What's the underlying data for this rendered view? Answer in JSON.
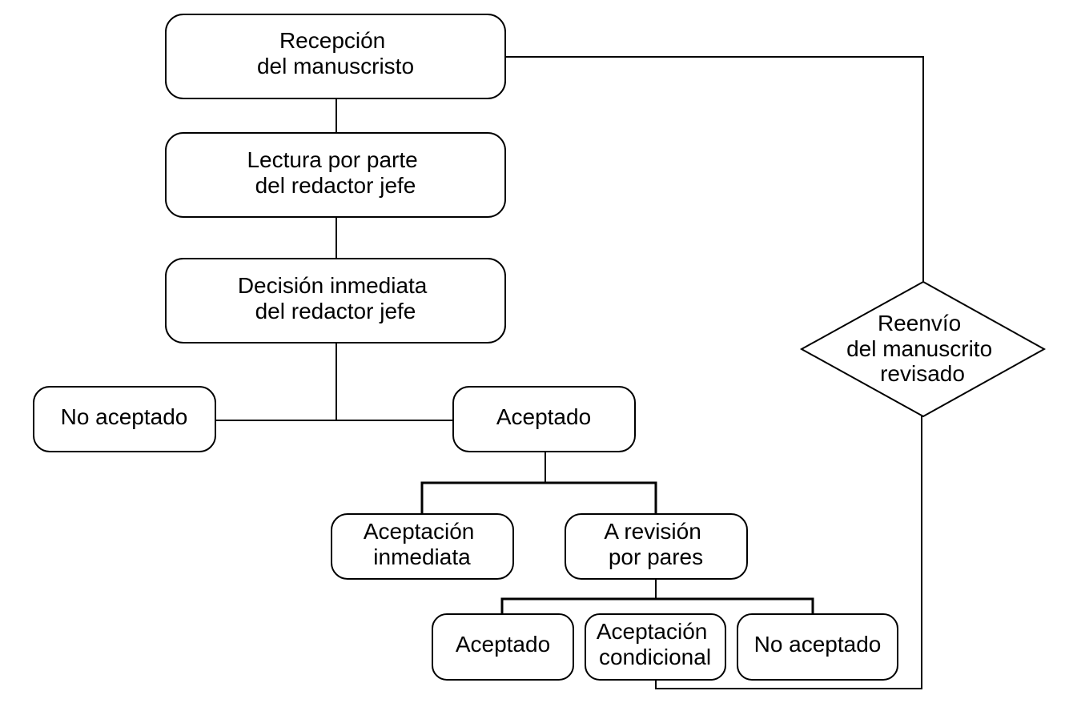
{
  "diagram": {
    "nodes": {
      "reception": {
        "lines": [
          "Recepción",
          "del manuscristo"
        ]
      },
      "reading": {
        "lines": [
          "Lectura por parte",
          "del redactor jefe"
        ]
      },
      "decision": {
        "lines": [
          "Decisión inmediata",
          "del redactor jefe"
        ]
      },
      "not_accepted_1": {
        "lines": [
          "No aceptado"
        ]
      },
      "accepted_1": {
        "lines": [
          "Aceptado"
        ]
      },
      "immediate_acceptance": {
        "lines": [
          "Aceptación",
          "inmediata"
        ]
      },
      "peer_review": {
        "lines": [
          "A revisión",
          "por pares"
        ]
      },
      "accepted_2": {
        "lines": [
          "Aceptado"
        ]
      },
      "conditional_acceptance": {
        "lines": [
          "Aceptación",
          "condicional"
        ]
      },
      "not_accepted_2": {
        "lines": [
          "No aceptado"
        ]
      },
      "resubmission": {
        "lines": [
          "Reenvío",
          "del manuscrito",
          "revisado"
        ]
      }
    }
  }
}
